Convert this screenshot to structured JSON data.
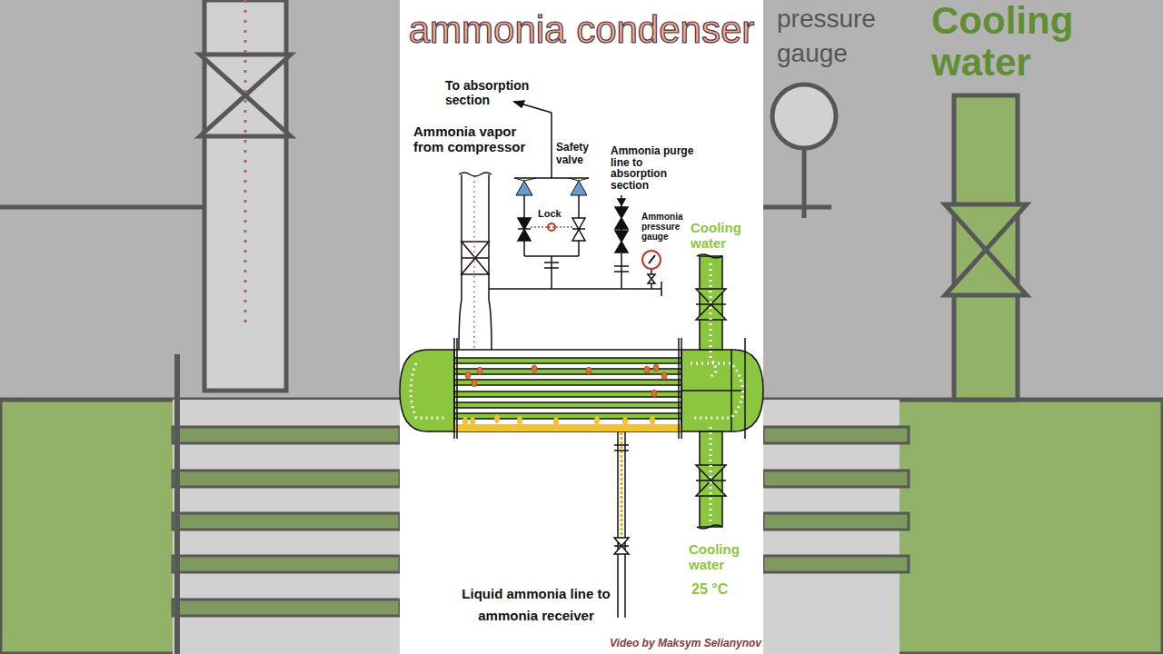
{
  "diagram": {
    "title": "ammonia condenser",
    "labels": [
      "To absorption section",
      "Ammonia vapor from compressor",
      "Safety valve",
      "Lock",
      "Ammonia purge line to absorption section",
      "Ammonia pressure gauge",
      "Cooling water",
      "Cooling water",
      "25 °C",
      "Liquid ammonia line to ammonia receiver",
      "Video by Maksym Selianynov",
      "pressure gauge",
      "Cooling water"
    ]
  }
}
